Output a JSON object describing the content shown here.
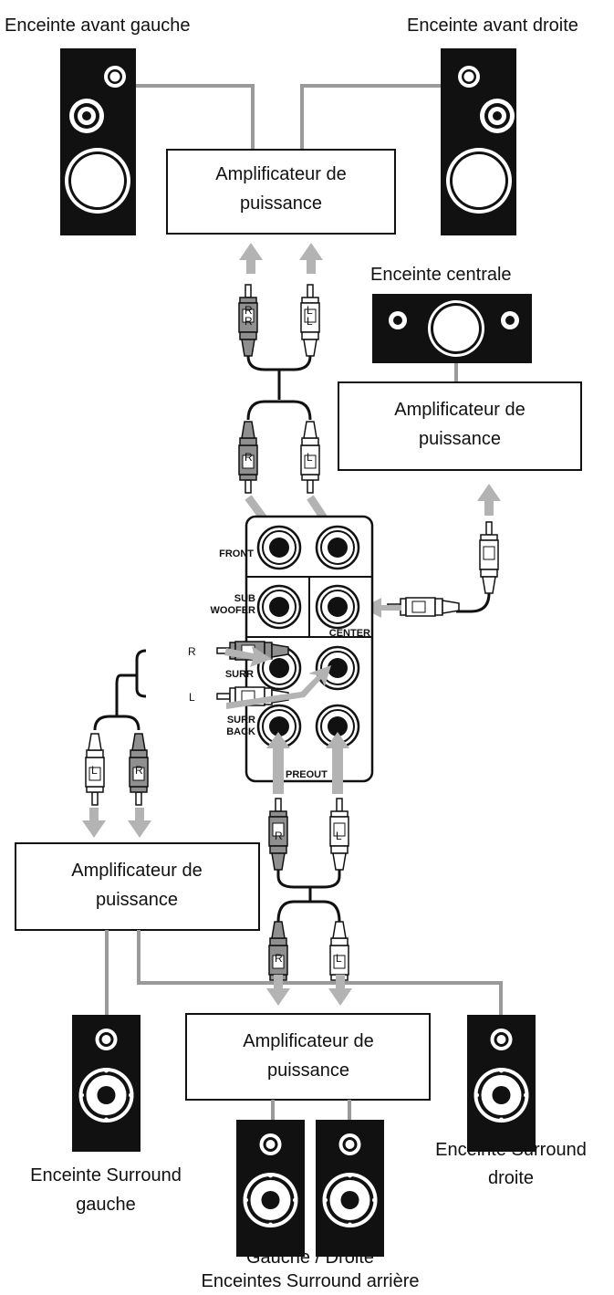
{
  "speakers": {
    "front_left": "Enceinte avant gauche",
    "front_right": "Enceinte avant droite",
    "center": "Enceinte centrale",
    "surround_left_line1": "Enceinte Surround",
    "surround_left_line2": "gauche",
    "surround_right_line1": "Enceinte Surround",
    "surround_right_line2": "droite",
    "surround_back_line1": "Gauche / Droite",
    "surround_back_line2": "Enceintes Surround arrière"
  },
  "amplifier": {
    "line1": "Amplificateur de",
    "line2": "puissance"
  },
  "preout_panel": {
    "front": "FRONT",
    "sub_line1": "SUB",
    "sub_line2": "WOOFER",
    "center": "CENTER",
    "surr": "SURR",
    "surr_back_line1": "SURR",
    "surr_back_line2": "BACK",
    "preout": "PREOUT"
  },
  "plug_letters": {
    "right": "R",
    "left": "L"
  },
  "colors": {
    "speaker_body": "#111111",
    "arrow": "#b3b3b3",
    "wire_gray": "#9a9a9a",
    "plug_dark": "#8f8f8f"
  }
}
